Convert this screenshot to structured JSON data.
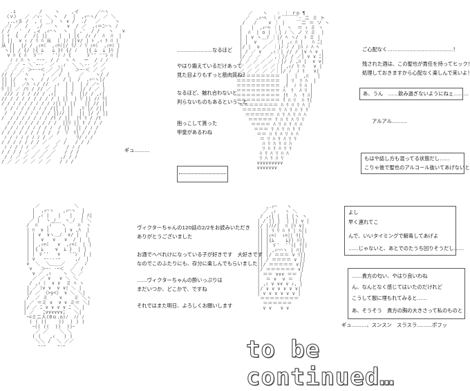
{
  "panel1": {
    "lines": [
      "…………………なるほど",
      "やはり鍛えているだけあって",
      "見た目よりもずっと筋肉質ね？",
      "なるほど、触れ合わないと",
      "判らないものもあるということ",
      "抱っこして貰った",
      "甲斐があるわね"
    ],
    "sfx": "ギュ………"
  },
  "panel2": {
    "lines": [
      "ご心配なく…………………………………！",
      "残された酒は、この聖也が責任を持ってヒック！",
      "処理しておきますから心配なく楽しんで来いよ！"
    ],
    "box1": "あ、うん　……飲み過ぎないようにねェ………",
    "sfx": "アルアル………",
    "box2": [
      "もはや話し方も混ってる状態だし……",
      "こりゃ後で聖也のアルコール抜いてあげないとなぁ"
    ]
  },
  "panel3": {
    "lines": [
      "ヴィクターちゃんの120話の2/2をお読みいただき",
      "ありがとうございました",
      "お酒でヘベれけになっている子が好きです　大好きです",
      "なのでこのふたりにも、存分に楽しんでもらいました",
      "……ヴィクターちゃんの酔いっぷりは",
      "まだいつか、どこかで、ですね",
      "それではまた明日、よろしくお願いします"
    ]
  },
  "panel4": {
    "box1": [
      "よし",
      "早く連れてこ",
      "んで、いいタイミングで解毒してあげよ",
      "……じゃないと、あとでのたうち回りそうだし……"
    ],
    "box2": [
      "……貴方の匂い、やはり良いわね",
      "ん、なんとなく感じてはいたのだけれど",
      "こうして服に埋もれてみると……",
      "あ、そうそう　貴方の胸の大きさって私のものと"
    ],
    "sfx": "ギュ………、スンスン　スラスラ………ポフッ"
  },
  "title": "to be continued…"
}
